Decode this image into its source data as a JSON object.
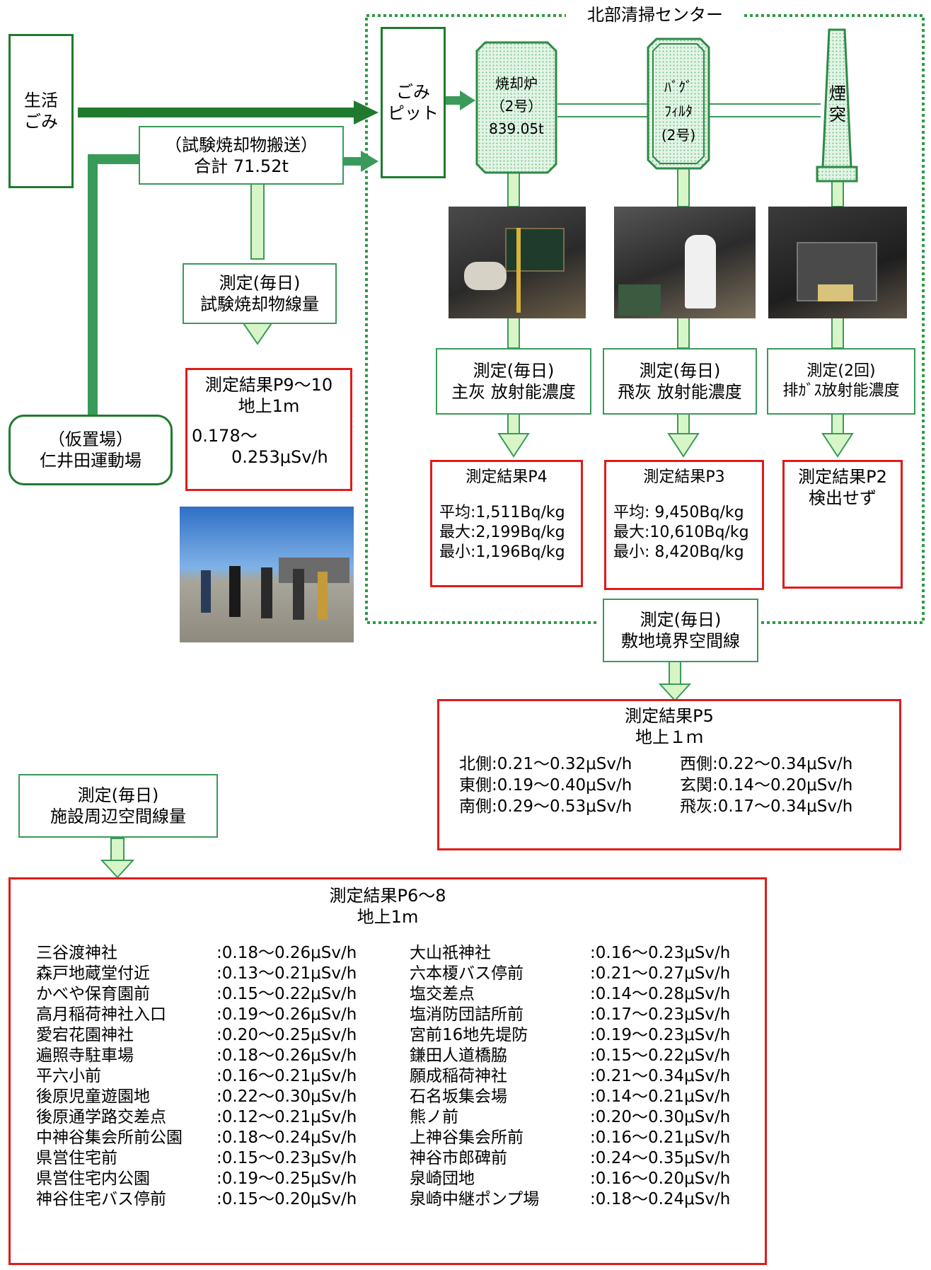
{
  "center": {
    "title": "北部清掃センター"
  },
  "living_garbage": {
    "line1": "生活",
    "line2": "ごみ"
  },
  "pit": {
    "line1": "ごみ",
    "line2": "ピット"
  },
  "transport": {
    "line1": "（試験焼却物搬送）",
    "line2": "合計 71.52t"
  },
  "storage": {
    "line1": "（仮置場）",
    "line2": "仁井田運動場"
  },
  "incinerator": {
    "line1": "焼却炉",
    "line2": "（2号）",
    "line3": "839.05t"
  },
  "bagfilter": {
    "line1": "ﾊﾞｸﾞ",
    "line2": "ﾌｨﾙﾀ",
    "line3": "(2号)"
  },
  "chimney": {
    "line1": "煙",
    "line2": "突"
  },
  "measure_incoming": {
    "line1": "測定(毎日)",
    "line2": "試験焼却物線量"
  },
  "result_incoming": {
    "title": "測定結果P9～10",
    "sub": "地上1m",
    "v1": "0.178～",
    "v2": "0.253μSv/h"
  },
  "measure_main_ash": {
    "line1": "測定(毎日)",
    "line2": "主灰 放射能濃度"
  },
  "measure_fly_ash": {
    "line1": "測定(毎日)",
    "line2": "飛灰 放射能濃度"
  },
  "measure_gas": {
    "line1": "測定(2回)",
    "line2": "排ｶﾞｽ放射能濃度"
  },
  "result_p4": {
    "title": "測定結果P4",
    "avg": "平均:1,511Bq/kg",
    "max": "最大:2,199Bq/kg",
    "min": "最小:1,196Bq/kg"
  },
  "result_p3": {
    "title": "測定結果P3",
    "avg": "平均: 9,450Bq/kg",
    "max": "最大:10,610Bq/kg",
    "min": "最小: 8,420Bq/kg"
  },
  "result_p2": {
    "title": "測定結果P2",
    "sub": "検出せず"
  },
  "measure_boundary": {
    "line1": "測定(毎日)",
    "line2": "敷地境界空間線"
  },
  "result_p5": {
    "title": "測定結果P5",
    "sub": "地上１ｍ",
    "rows": [
      [
        "北側:0.21～0.32μSv/h",
        "西側:0.22～0.34μSv/h"
      ],
      [
        "東側:0.19～0.40μSv/h",
        "玄関:0.14～0.20μSv/h"
      ],
      [
        "南側:0.29～0.53μSv/h",
        "飛灰:0.17～0.34μSv/h"
      ]
    ]
  },
  "measure_surround": {
    "line1": "測定(毎日)",
    "line2": "施設周辺空間線量"
  },
  "result_p6": {
    "title": "測定結果P6～8",
    "sub": "地上1m",
    "left": [
      [
        "三谷渡神社",
        ":0.18～0.26μSv/h"
      ],
      [
        "森戸地蔵堂付近",
        ":0.13～0.21μSv/h"
      ],
      [
        "かべや保育園前",
        ":0.15～0.22μSv/h"
      ],
      [
        "高月稲荷神社入口",
        ":0.19～0.26μSv/h"
      ],
      [
        "愛宕花園神社",
        ":0.20～0.25μSv/h"
      ],
      [
        "遍照寺駐車場",
        ":0.18～0.26μSv/h"
      ],
      [
        "平六小前",
        ":0.16～0.21μSv/h"
      ],
      [
        "後原児童遊園地",
        ":0.22～0.30μSv/h"
      ],
      [
        "後原通学路交差点",
        ":0.12～0.21μSv/h"
      ],
      [
        "中神谷集会所前公園",
        ":0.18～0.24μSv/h"
      ],
      [
        "県営住宅前",
        ":0.15～0.23μSv/h"
      ],
      [
        "県営住宅内公園",
        ":0.19～0.25μSv/h"
      ],
      [
        "神谷住宅バス停前",
        ":0.15～0.20μSv/h"
      ]
    ],
    "right": [
      [
        "大山祇神社",
        ":0.16～0.23μSv/h"
      ],
      [
        "六本榎バス停前",
        ":0.21～0.27μSv/h"
      ],
      [
        "塩交差点",
        ":0.14～0.28μSv/h"
      ],
      [
        "塩消防団詰所前",
        ":0.17～0.23μSv/h"
      ],
      [
        "宮前16地先堤防",
        ":0.19～0.23μSv/h"
      ],
      [
        "鎌田人道橋脇",
        ":0.15～0.22μSv/h"
      ],
      [
        "願成稲荷神社",
        ":0.21～0.34μSv/h"
      ],
      [
        "石名坂集会場",
        ":0.14～0.21μSv/h"
      ],
      [
        "熊ノ前",
        ":0.20～0.30μSv/h"
      ],
      [
        "上神谷集会所前",
        ":0.16～0.21μSv/h"
      ],
      [
        "神谷市郎碑前",
        ":0.24～0.35μSv/h"
      ],
      [
        "泉崎団地",
        ":0.16～0.20μSv/h"
      ],
      [
        "泉崎中継ポンプ場",
        ":0.18～0.24μSv/h"
      ]
    ]
  },
  "colors": {
    "green": "#3a9a5a",
    "dark_green": "#1f7a2e",
    "red": "#e01b1b",
    "arrow_fill": "#d8f5c8"
  }
}
